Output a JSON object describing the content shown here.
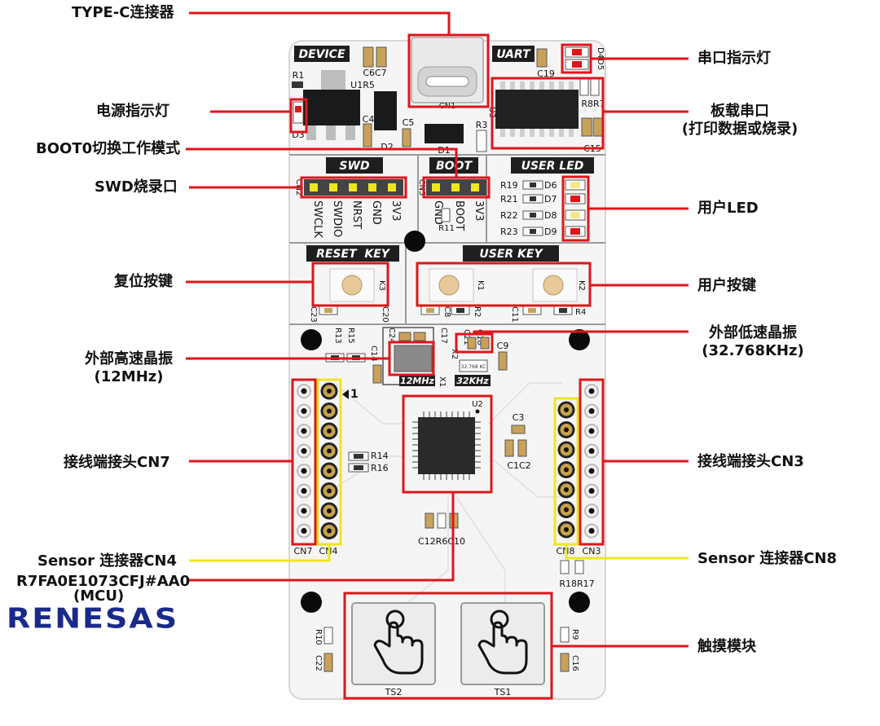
{
  "brand_logo": "RENESAS",
  "colors": {
    "callout_red": "#e0151b",
    "callout_yellow": "#f0e51e",
    "board": "#f4f4f4",
    "silk_dark": "#1c1c1c",
    "brand_blue": "#1a2a8a"
  },
  "callouts": {
    "type_c": "TYPE-C连接器",
    "uart_led": "串口指示灯",
    "power_led": "电源指示灯",
    "onboard_uart_1": "板载串口",
    "onboard_uart_2": "(打印数据或烧录)",
    "boot0": "BOOT0切换工作模式",
    "swd_port": "SWD烧录口",
    "user_led": "用户LED",
    "reset_key": "复位按键",
    "user_key": "用户按键",
    "low_xtal_1": "外部低速晶振",
    "low_xtal_2": "(32.768KHz)",
    "high_xtal_1": "外部高速晶振",
    "high_xtal_2": "(12MHz)",
    "cn7": "接线端接头CN7",
    "cn3": "接线端接头CN3",
    "cn4": "Sensor 连接器CN4",
    "cn8": "Sensor 连接器CN8",
    "mcu_1": "R7FA0E1073CFJ#AA0",
    "mcu_2": "(MCU)",
    "touch": "触摸模块"
  },
  "board": {
    "headers": {
      "device": "DEVICE",
      "uart": "UART",
      "swd": "SWD",
      "boot": "BOOT",
      "user_led": "USER LED",
      "reset_key": "RESET  KEY",
      "user_key": "USER KEY"
    },
    "swd_pins": [
      "SWCLK",
      "SWDIO",
      "NRST",
      "GND",
      "3V3"
    ],
    "boot_pins": [
      "GND",
      "BOOT",
      "3V3"
    ],
    "led_rows": [
      {
        "r": "R19",
        "d": "D6"
      },
      {
        "r": "R21",
        "d": "D7"
      },
      {
        "r": "R22",
        "d": "D8"
      },
      {
        "r": "R23",
        "d": "D9"
      }
    ],
    "designators": {
      "r1": "R1",
      "u1r5": "U1R5",
      "d3": "D3",
      "c4": "C4",
      "d2": "D2",
      "c5": "C5",
      "c6c7": "C6C7",
      "cn1": "CN1",
      "c19": "C19",
      "d4d5": "D4D5",
      "r3": "R3",
      "d1": "D1",
      "r8r7": "R8R7",
      "u3": "U3",
      "c15": "C15",
      "cn2": "CN2",
      "cn5": "CN5",
      "r11": "R11",
      "k3": "K3",
      "k1": "K1",
      "k2": "K2",
      "c23": "C23",
      "c20": "C20",
      "c8": "C8",
      "r2": "R2",
      "c11": "C11",
      "r4": "R4",
      "r13": "R13",
      "r15": "R15",
      "c24": "C24",
      "c17": "C17",
      "c21": "C21",
      "c18": "C18",
      "c14": "C14",
      "c9": "C9",
      "x1": "X1",
      "x2": "X2",
      "xtal_hi": "12MHz",
      "xtal_lo": "32KHz",
      "xtal_lo_body": "32.768 KC",
      "pin1": "1",
      "u2": "U2",
      "c3": "C3",
      "c1c2": "C1C2",
      "r14": "R14",
      "r16": "R16",
      "cn7": "CN7",
      "cn4": "CN4",
      "cn8": "CN8",
      "cn3": "CN3",
      "c12r6c10": "C12R6C10",
      "r18r17": "R18R17",
      "r10": "R10",
      "c22": "C22",
      "r9": "R9",
      "c16": "C16",
      "ts2": "TS2",
      "ts1": "TS1"
    }
  }
}
